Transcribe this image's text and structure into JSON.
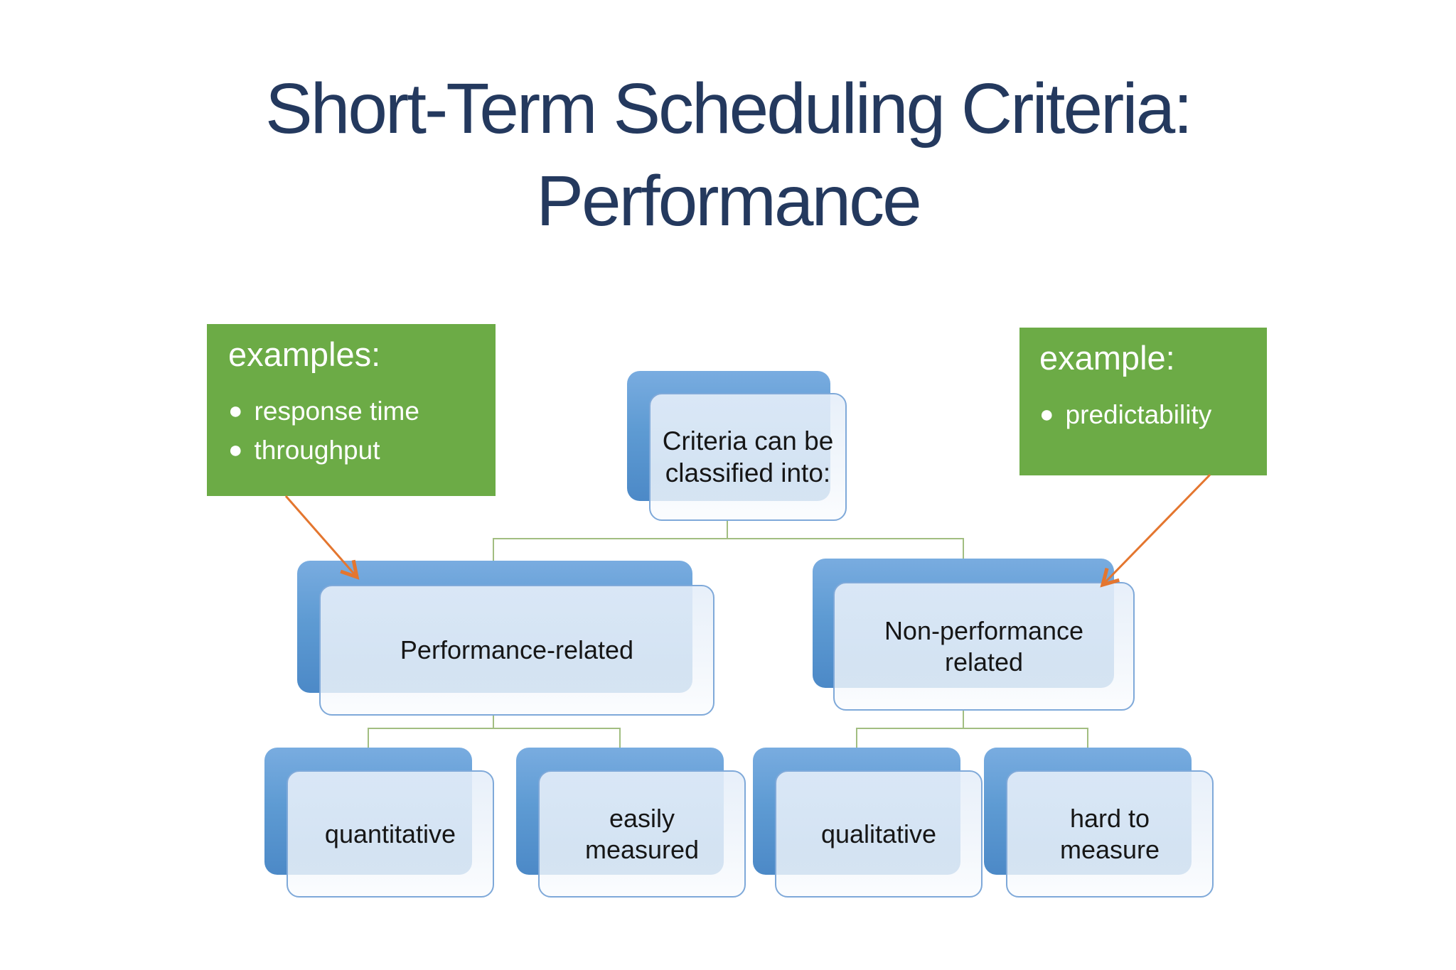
{
  "slide": {
    "title_line1": "Short-Term Scheduling Criteria:",
    "title_line2": "Performance",
    "colors": {
      "title_text": "#24395E",
      "callout_green": "#6CAB46",
      "node_accent_blue": "#5B9BD5",
      "node_fill_light": "#EDF3FA",
      "node_border": "#7FA9D9",
      "connector_green": "#A2BE81",
      "arrow_orange": "#E4762F",
      "node_text": "#161616",
      "background": "#FFFFFF"
    }
  },
  "callout_left": {
    "heading": "examples:",
    "bullets": [
      "response time",
      "throughput"
    ]
  },
  "callout_right": {
    "heading": "example:",
    "bullets": [
      "predictability"
    ]
  },
  "diagram": {
    "root": "Criteria can be classified into:",
    "level1": [
      "Performance-related",
      "Non-performance related"
    ],
    "level2": [
      "quantitative",
      "easily measured",
      "qualitative",
      "hard to measure"
    ]
  }
}
